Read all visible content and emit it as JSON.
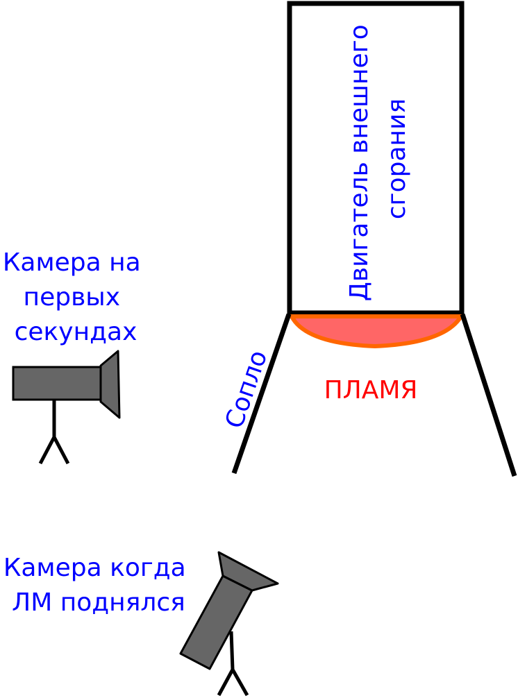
{
  "labels": {
    "engine_line1": "Двигатель внешнего",
    "engine_line2": "сгорания",
    "nozzle": "Сопло",
    "flame": "ПЛАМЯ",
    "camera1_line1": "Камера на",
    "camera1_line2": "первых",
    "camera1_line3": "секундах",
    "camera2_line1": "Камера когда",
    "camera2_line2": "ЛМ поднялся"
  },
  "colors": {
    "label_text": "#0000ff",
    "flame_text": "#ff0000",
    "flame_fill": "#ff6666",
    "flame_edge": "#ff6600",
    "camera_body": "#666666",
    "outline": "#000000"
  }
}
